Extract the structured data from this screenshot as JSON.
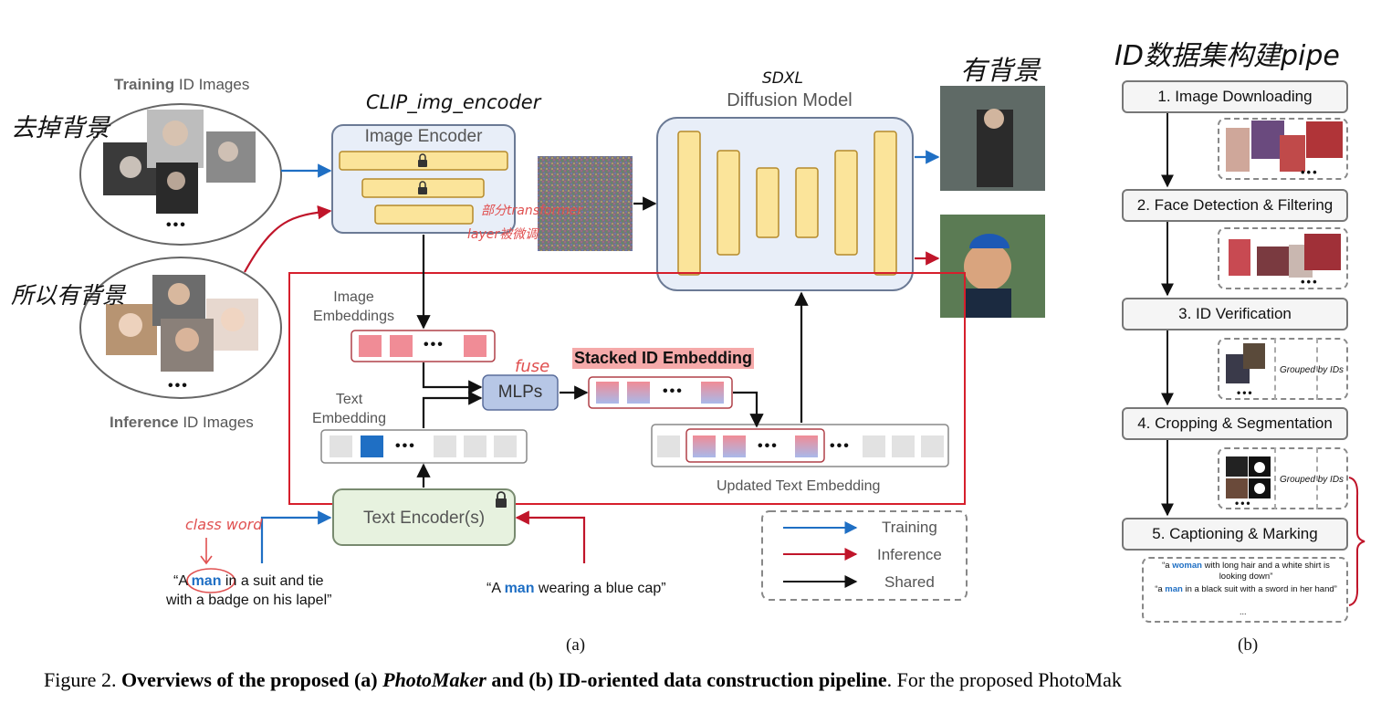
{
  "panel_a": {
    "training_label_bold": "Training",
    "training_label_rest": " ID Images",
    "inference_label_bold": "Inference",
    "inference_label_rest": " ID Images",
    "dots": "•••",
    "image_encoder": "Image Encoder",
    "diffusion_model": "Diffusion Model",
    "mlps": "MLPs",
    "image_embeddings": "Image\nEmbeddings",
    "text_embedding": "Text\nEmbedding",
    "stacked_id_embedding": "Stacked ID Embedding",
    "updated_text_embedding": "Updated Text Embedding",
    "text_encoder": "Text Encoder(s)",
    "prompt_train_pre": "“A ",
    "prompt_train_word": "man",
    "prompt_train_post1": " in a suit and tie",
    "prompt_train_post2": "with a badge on his lapel”",
    "prompt_infer_pre": "“A ",
    "prompt_infer_word": "man",
    "prompt_infer_post": " wearing a blue cap”",
    "legend": [
      "Training",
      "Inference",
      "Shared"
    ],
    "sublabel": "(a)"
  },
  "annotations": {
    "remove_bg": "去掉背景",
    "keep_bg": "所以有背景",
    "clip": "CLIP_img_encoder",
    "sdxl": "SDXL",
    "has_bg": "有背景",
    "finetune1": "部分transformer",
    "finetune2": "layer被微调",
    "fuse": "fuse",
    "class_word": "class word",
    "pipe_title": "ID数据集构建pipe"
  },
  "panel_b": {
    "steps": [
      "1. Image Downloading",
      "2. Face Detection & Filtering",
      "3. ID Verification",
      "4. Cropping & Segmentation",
      "5. Captioning & Marking"
    ],
    "grouped": "Grouped by IDs",
    "caption1_pre": "“a ",
    "caption1_word": "woman",
    "caption1_post": " with long hair and a white shirt is looking down”",
    "caption2_pre": "“a ",
    "caption2_word": "man",
    "caption2_post": " in a black suit with a sword in her hand”",
    "ellipsis": "...",
    "sublabel": "(b)"
  },
  "figure_caption": {
    "prefix": "Figure 2. ",
    "bold1": "Overviews of the proposed (a) ",
    "italic": "PhotoMaker",
    "bold2": " and (b) ID-oriented data construction pipeline",
    "rest": ". For the proposed PhotoMak"
  },
  "colors": {
    "training_arrow": "#1f6fc4",
    "inference_arrow": "#c0152a",
    "shared_arrow": "#111111",
    "layer_yellow": "#fbe49a",
    "encoder_blue": "#e8eef8",
    "text_encoder_green": "#e7f2df",
    "mlp_blue": "#b7c7e6",
    "highlight_pink": "#f5a9a9",
    "man_word": "#1f6fc4"
  }
}
